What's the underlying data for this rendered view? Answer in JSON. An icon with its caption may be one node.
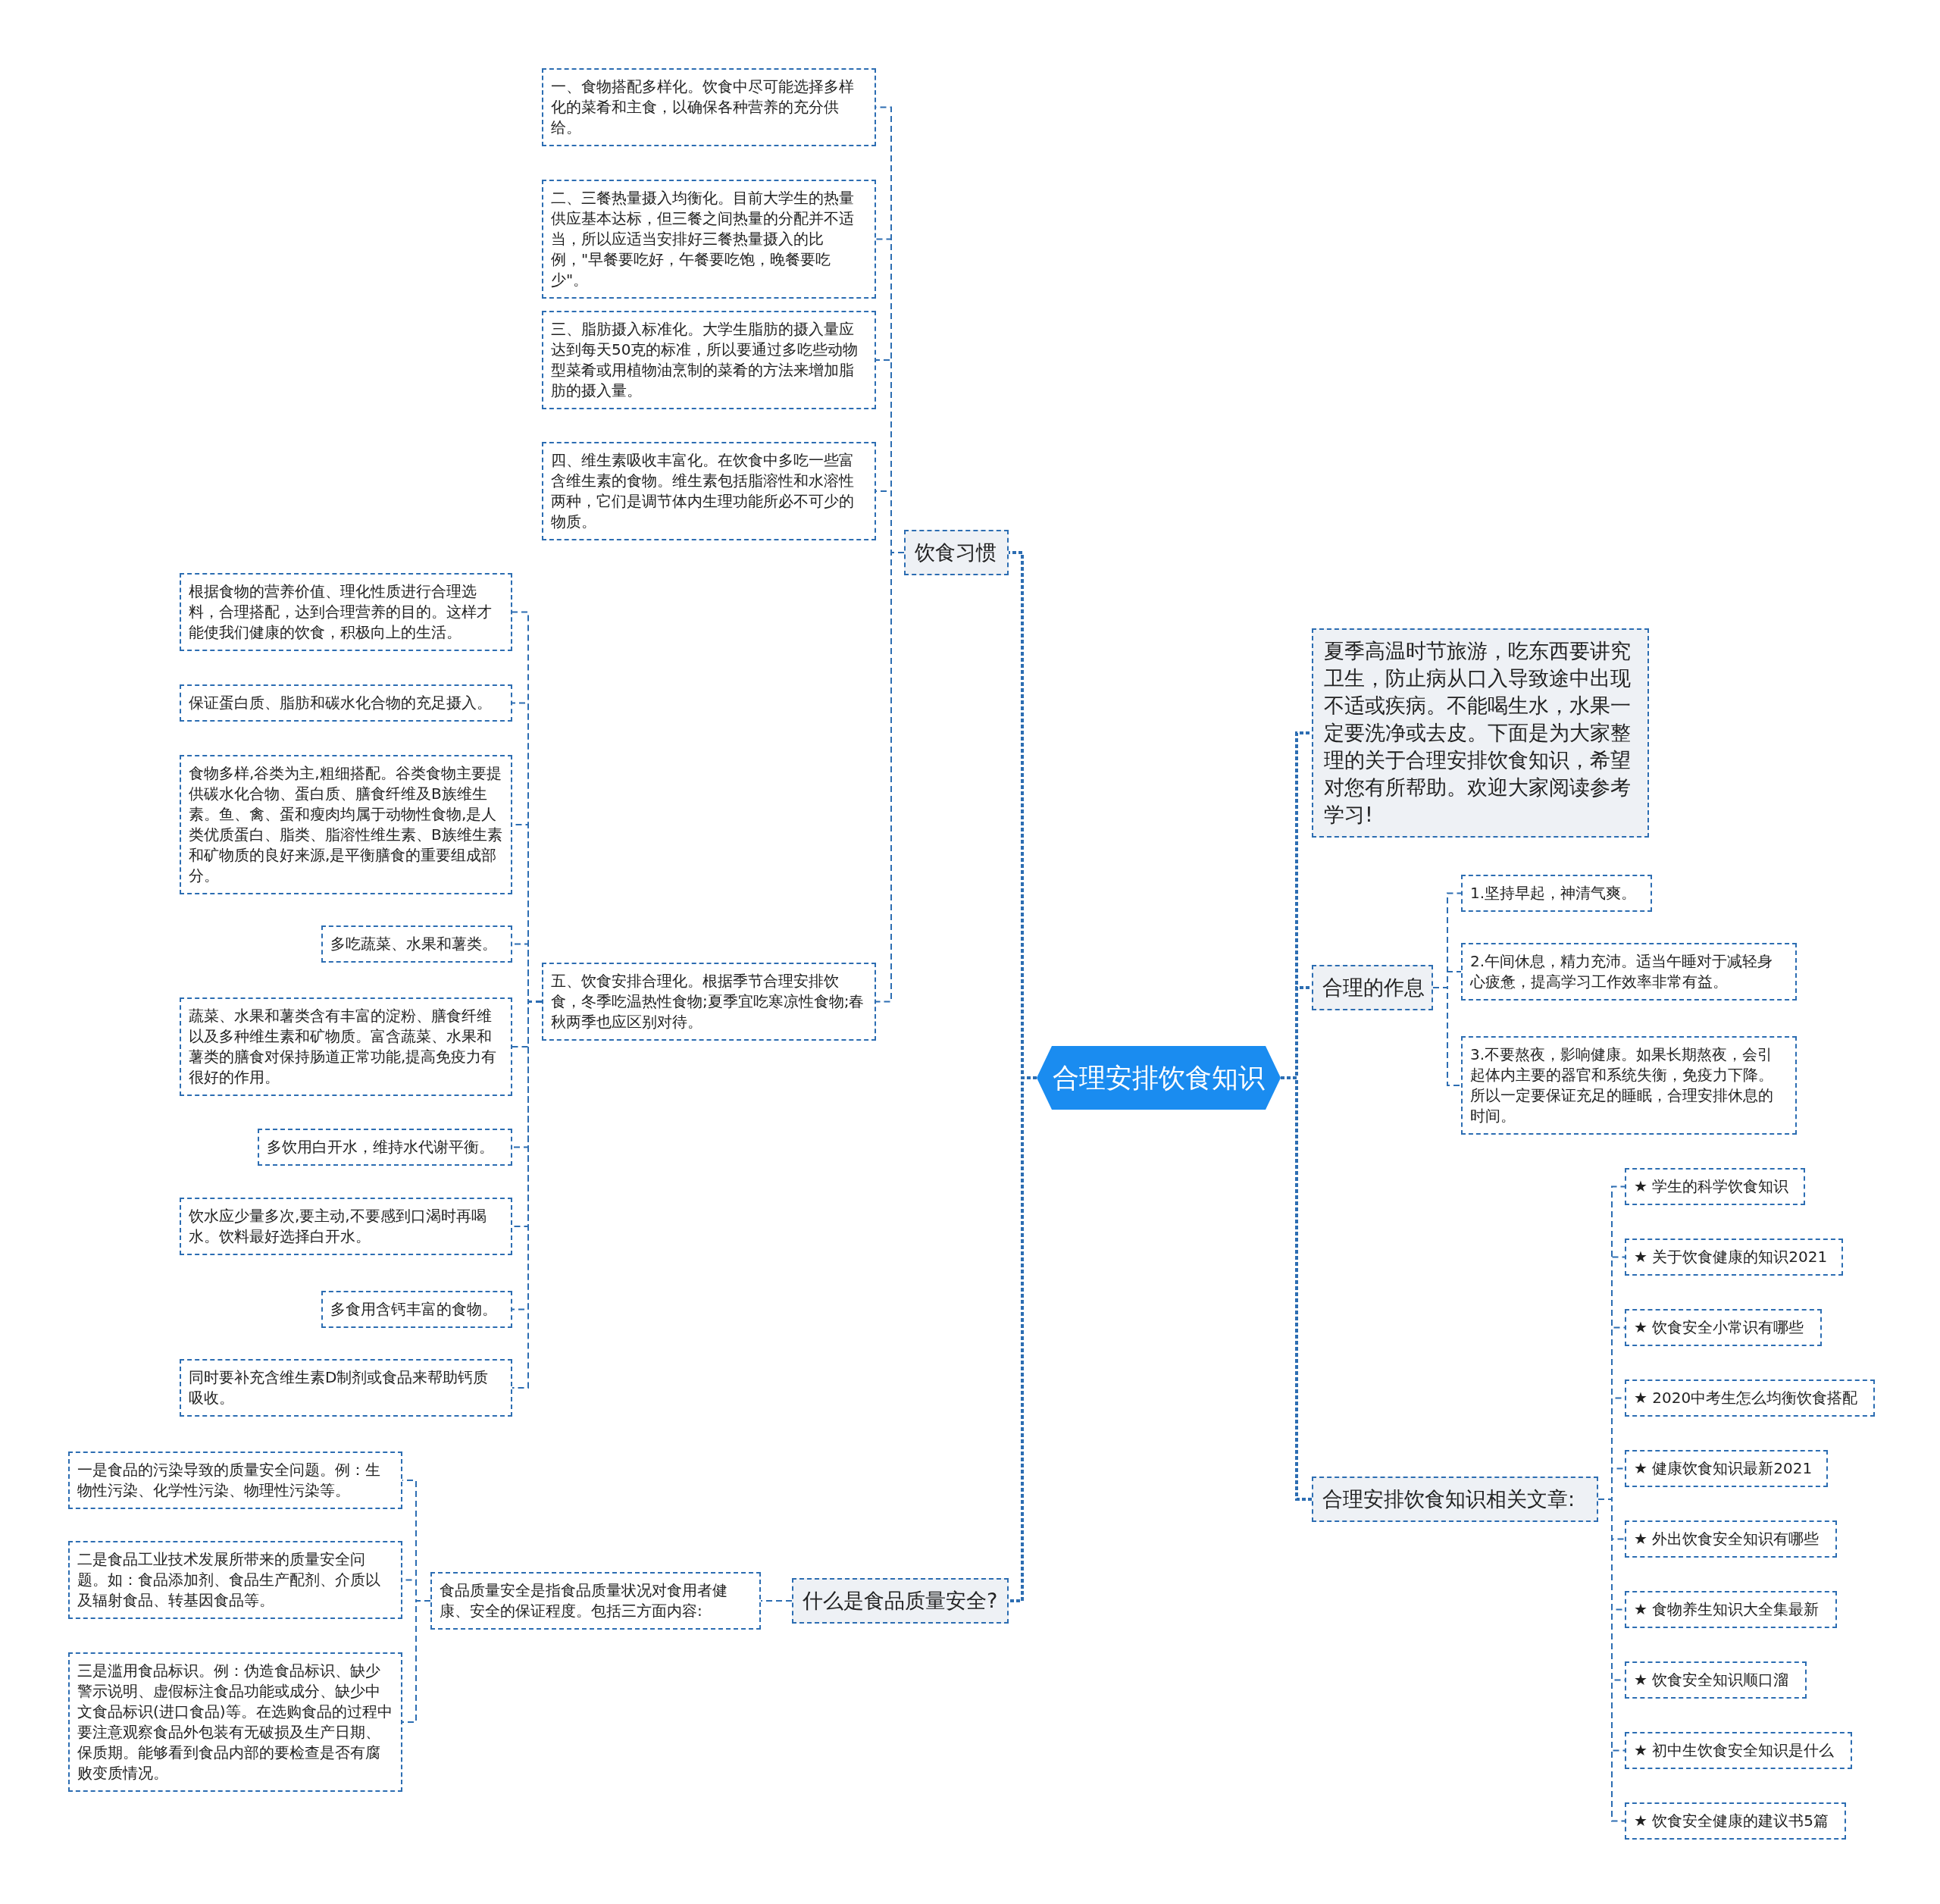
{
  "diagram": {
    "nodes": [
      {
        "text": [
          "合理安排饮食知识"
        ]
      },
      {
        "text": [
          "饮食习惯"
        ]
      },
      {
        "text": [
          "一、食物搭配多样化。饮食中尽可能选择多样化的菜肴和主食，以确保各种营养的充分供给。"
        ]
      },
      {
        "text": [
          "二、三餐热量摄入均衡化。目前大学生的热量供应基本达标，但三餐之间热量的分配并不适当，所以应适当安排好三餐热量摄入的比例，\"早餐要吃好，午餐要吃饱，晚餐要吃少\"。"
        ]
      },
      {
        "text": [
          "三、脂肪摄入标准化。大学生脂肪的摄入量应达到每天50克的标准，所以要通过多吃些动物型菜肴或用植物油烹制的菜肴的方法来增加脂肪的摄入量。"
        ]
      },
      {
        "text": [
          "四、维生素吸收丰富化。在饮食中多吃一些富含维生素的食物。维生素包括脂溶性和水溶性两种，它们是调节体内生理功能所必不可少的物质。"
        ]
      },
      {
        "text": [
          "五、饮食安排合理化。根据季节合理安排饮食，冬季吃温热性食物;夏季宜吃寒凉性食物;春秋两季也应区别对待。"
        ]
      },
      {
        "text": [
          "根据食物的营养价值、理化性质进行合理选料，合理搭配，达到合理营养的目的。这样才能使我们健康的饮食，积极向上的生活。"
        ]
      },
      {
        "text": [
          "保证蛋白质、脂肪和碳水化合物的充足摄入。"
        ]
      },
      {
        "text": [
          "食物多样,谷类为主,粗细搭配。谷类食物主要提供碳水化合物、蛋白质、膳食纤维及B族维生素。鱼、禽、蛋和瘦肉均属于动物性食物,是人类优质蛋白、脂类、脂溶性维生素、B族维生素和矿物质的良好来源,是平衡膳食的重要组成部分。"
        ]
      },
      {
        "text": [
          "多吃蔬菜、水果和薯类。"
        ]
      },
      {
        "text": [
          "蔬菜、水果和薯类含有丰富的淀粉、膳食纤维以及多种维生素和矿物质。富含蔬菜、水果和薯类的膳食对保持肠道正常功能,提高免疫力有很好的作用。"
        ]
      },
      {
        "text": [
          "多饮用白开水，维持水代谢平衡。"
        ]
      },
      {
        "text": [
          "饮水应少量多次,要主动,不要感到口渴时再喝水。饮料最好选择白开水。"
        ]
      },
      {
        "text": [
          "多食用含钙丰富的食物。"
        ]
      },
      {
        "text": [
          "同时要补充含维生素D制剂或食品来帮助钙质吸收。"
        ]
      },
      {
        "text": [
          "什么是食品质量安全?"
        ]
      },
      {
        "text": [
          "食品质量安全是指食品质量状况对食用者健康、安全的保证程度。包括三方面内容:"
        ]
      },
      {
        "text": [
          "一是食品的污染导致的质量安全问题。例：生物性污染、化学性污染、物理性污染等。"
        ]
      },
      {
        "text": [
          "二是食品工业技术发展所带来的质量安全问题。如：食品添加剂、食品生产配剂、介质以及辐射食品、转基因食品等。"
        ]
      },
      {
        "text": [
          "三是滥用食品标识。例：伪造食品标识、缺少警示说明、虚假标注食品功能或成分、缺少中文食品标识(进口食品)等。在选购食品的过程中要注意观察食品外包装有无破损及生产日期、保质期。能够看到食品内部的要检查是否有腐败变质情况。"
        ]
      },
      {
        "text": [
          "夏季高温时节旅游，吃东西要讲究卫生，防止病从口入导致途中出现不适或疾病。不能喝生水，水果一定要洗净或去皮。下面是为大家整理的关于合理安排饮食知识，希望对您有所帮助。欢迎大家阅读参考学习!"
        ]
      },
      {
        "text": [
          "合理的作息"
        ]
      },
      {
        "text": [
          "1.坚持早起，神清气爽。"
        ]
      },
      {
        "text": [
          "2.午间休息，精力充沛。适当午睡对于减轻身心疲惫，提高学习工作效率非常有益。"
        ]
      },
      {
        "text": [
          "3.不要熬夜，影响健康。如果长期熬夜，会引起体内主要的器官和系统失衡，免疫力下降。所以一定要保证充足的睡眠，合理安排休息的时间。"
        ]
      },
      {
        "text": [
          "合理安排饮食知识相关文章:"
        ]
      },
      {
        "text": [
          "★ 学生的科学饮食知识"
        ]
      },
      {
        "text": [
          "★ 关于饮食健康的知识2021"
        ]
      },
      {
        "text": [
          "★ 饮食安全小常识有哪些"
        ]
      },
      {
        "text": [
          "★ 2020中考生怎么均衡饮食搭配"
        ]
      },
      {
        "text": [
          "★ 健康饮食知识最新2021"
        ]
      },
      {
        "text": [
          "★ 外出饮食安全知识有哪些"
        ]
      },
      {
        "text": [
          "★ 食物养生知识大全集最新"
        ]
      },
      {
        "text": [
          "★ 饮食安全知识顺口溜"
        ]
      },
      {
        "text": [
          "★ 初中生饮食安全知识是什么"
        ]
      },
      {
        "text": [
          "★ 饮食安全健康的建议书5篇"
        ]
      }
    ],
    "edges": [
      {
        "from": 0,
        "to": 1,
        "arrow": "none",
        "style": "dashed"
      },
      {
        "from": 1,
        "to": 2,
        "arrow": "none",
        "style": "dashed"
      },
      {
        "from": 1,
        "to": 3,
        "arrow": "none",
        "style": "dashed"
      },
      {
        "from": 1,
        "to": 4,
        "arrow": "none",
        "style": "dashed"
      },
      {
        "from": 1,
        "to": 5,
        "arrow": "none",
        "style": "dashed"
      },
      {
        "from": 1,
        "to": 6,
        "arrow": "none",
        "style": "dashed"
      },
      {
        "from": 6,
        "to": 7,
        "arrow": "none",
        "style": "dashed"
      },
      {
        "from": 6,
        "to": 8,
        "arrow": "none",
        "style": "dashed"
      },
      {
        "from": 6,
        "to": 9,
        "arrow": "none",
        "style": "dashed"
      },
      {
        "from": 6,
        "to": 10,
        "arrow": "none",
        "style": "dashed"
      },
      {
        "from": 6,
        "to": 11,
        "arrow": "none",
        "style": "dashed"
      },
      {
        "from": 6,
        "to": 12,
        "arrow": "none",
        "style": "dashed"
      },
      {
        "from": 6,
        "to": 13,
        "arrow": "none",
        "style": "dashed"
      },
      {
        "from": 6,
        "to": 14,
        "arrow": "none",
        "style": "dashed"
      },
      {
        "from": 6,
        "to": 15,
        "arrow": "none",
        "style": "dashed"
      },
      {
        "from": 0,
        "to": 16,
        "arrow": "none",
        "style": "dashed"
      },
      {
        "from": 16,
        "to": 17,
        "arrow": "none",
        "style": "dashed"
      },
      {
        "from": 17,
        "to": 18,
        "arrow": "none",
        "style": "dashed"
      },
      {
        "from": 17,
        "to": 19,
        "arrow": "none",
        "style": "dashed"
      },
      {
        "from": 17,
        "to": 20,
        "arrow": "none",
        "style": "dashed"
      },
      {
        "from": 0,
        "to": 21,
        "arrow": "none",
        "style": "dashed"
      },
      {
        "from": 0,
        "to": 22,
        "arrow": "none",
        "style": "dashed"
      },
      {
        "from": 22,
        "to": 23,
        "arrow": "none",
        "style": "dashed"
      },
      {
        "from": 22,
        "to": 24,
        "arrow": "none",
        "style": "dashed"
      },
      {
        "from": 22,
        "to": 25,
        "arrow": "none",
        "style": "dashed"
      },
      {
        "from": 0,
        "to": 26,
        "arrow": "none",
        "style": "dashed"
      },
      {
        "from": 26,
        "to": 27,
        "arrow": "none",
        "style": "dashed"
      },
      {
        "from": 26,
        "to": 28,
        "arrow": "none",
        "style": "dashed"
      },
      {
        "from": 26,
        "to": 29,
        "arrow": "none",
        "style": "dashed"
      },
      {
        "from": 26,
        "to": 30,
        "arrow": "none",
        "style": "dashed"
      },
      {
        "from": 26,
        "to": 31,
        "arrow": "none",
        "style": "dashed"
      },
      {
        "from": 26,
        "to": 32,
        "arrow": "none",
        "style": "dashed"
      },
      {
        "from": 26,
        "to": 33,
        "arrow": "none",
        "style": "dashed"
      },
      {
        "from": 26,
        "to": 34,
        "arrow": "none",
        "style": "dashed"
      },
      {
        "from": 26,
        "to": 35,
        "arrow": "none",
        "style": "dashed"
      },
      {
        "from": 26,
        "to": 36,
        "arrow": "none",
        "style": "dashed"
      }
    ]
  }
}
